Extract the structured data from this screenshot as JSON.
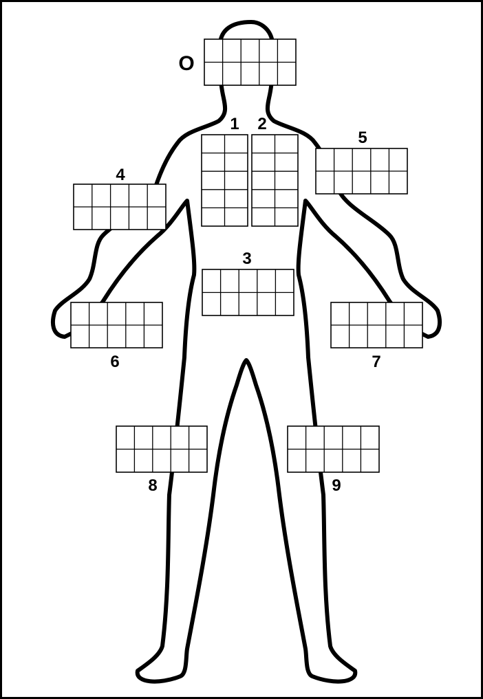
{
  "figure": {
    "head_marker": "O",
    "regions": [
      {
        "id": "head",
        "label": "",
        "rows": 2,
        "cols": 5
      },
      {
        "id": "1",
        "label": "1",
        "rows": 5,
        "cols": 2
      },
      {
        "id": "2",
        "label": "2",
        "rows": 5,
        "cols": 2
      },
      {
        "id": "3",
        "label": "3",
        "rows": 2,
        "cols": 5
      },
      {
        "id": "4",
        "label": "4",
        "rows": 2,
        "cols": 5
      },
      {
        "id": "5",
        "label": "5",
        "rows": 2,
        "cols": 5
      },
      {
        "id": "6",
        "label": "6",
        "rows": 2,
        "cols": 5
      },
      {
        "id": "7",
        "label": "7",
        "rows": 2,
        "cols": 5
      },
      {
        "id": "8",
        "label": "8",
        "rows": 2,
        "cols": 5
      },
      {
        "id": "9",
        "label": "9",
        "rows": 2,
        "cols": 5
      }
    ]
  }
}
